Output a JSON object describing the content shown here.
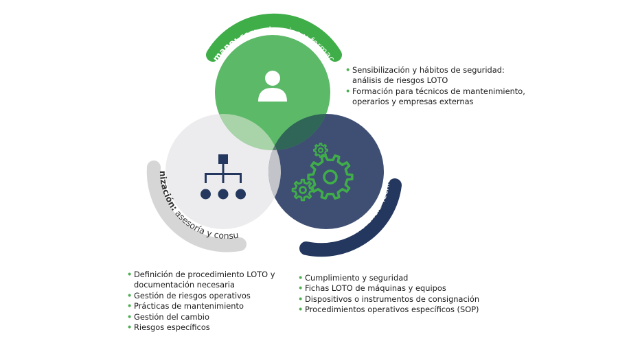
{
  "colors": {
    "human": "#5cb968",
    "technical": "#3f4f73",
    "organization": "#ececee",
    "overlap_human_org": "#a9d3a8",
    "overlap_human_tech": "#2f6657",
    "overlap_org_tech": "#c3c4c9",
    "overlap_all": "#5e7a78",
    "accent_green": "#3fae49",
    "navy": "#24375f",
    "label_gray": "#d6d6d6"
  },
  "circles": {
    "human": {
      "label_bold": "Humano:",
      "label_rest": " competencias y formación",
      "icon": "person-icon",
      "bullets": [
        "Sensibilización y hábitos de seguridad:",
        "Formación para técnicos de mantenimiento, operarios y empresas externas"
      ],
      "bullet_continuation": "análisis de riesgos LOTO"
    },
    "organization": {
      "label_bold": "Organización:",
      "label_rest": " asesoría y consultoría",
      "icon": "org-chart-icon",
      "bullets": [
        "Definición de procedimiento LOTO y documentación necesaria",
        "Gestión de riesgos operativos",
        "Prácticas de mantenimiento",
        "Gestión del cambio",
        "Riesgos específicos"
      ]
    },
    "technical": {
      "label_bold": "Técnico:",
      "label_rest": " asistencia Técnica",
      "icon": "gears-icon",
      "bullets": [
        "Cumplimiento y seguridad",
        "Fichas LOTO de máquinas y equipos",
        "Dispositivos o instrumentos de consignación",
        "Procedimientos operativos específicos (SOP)"
      ]
    }
  }
}
